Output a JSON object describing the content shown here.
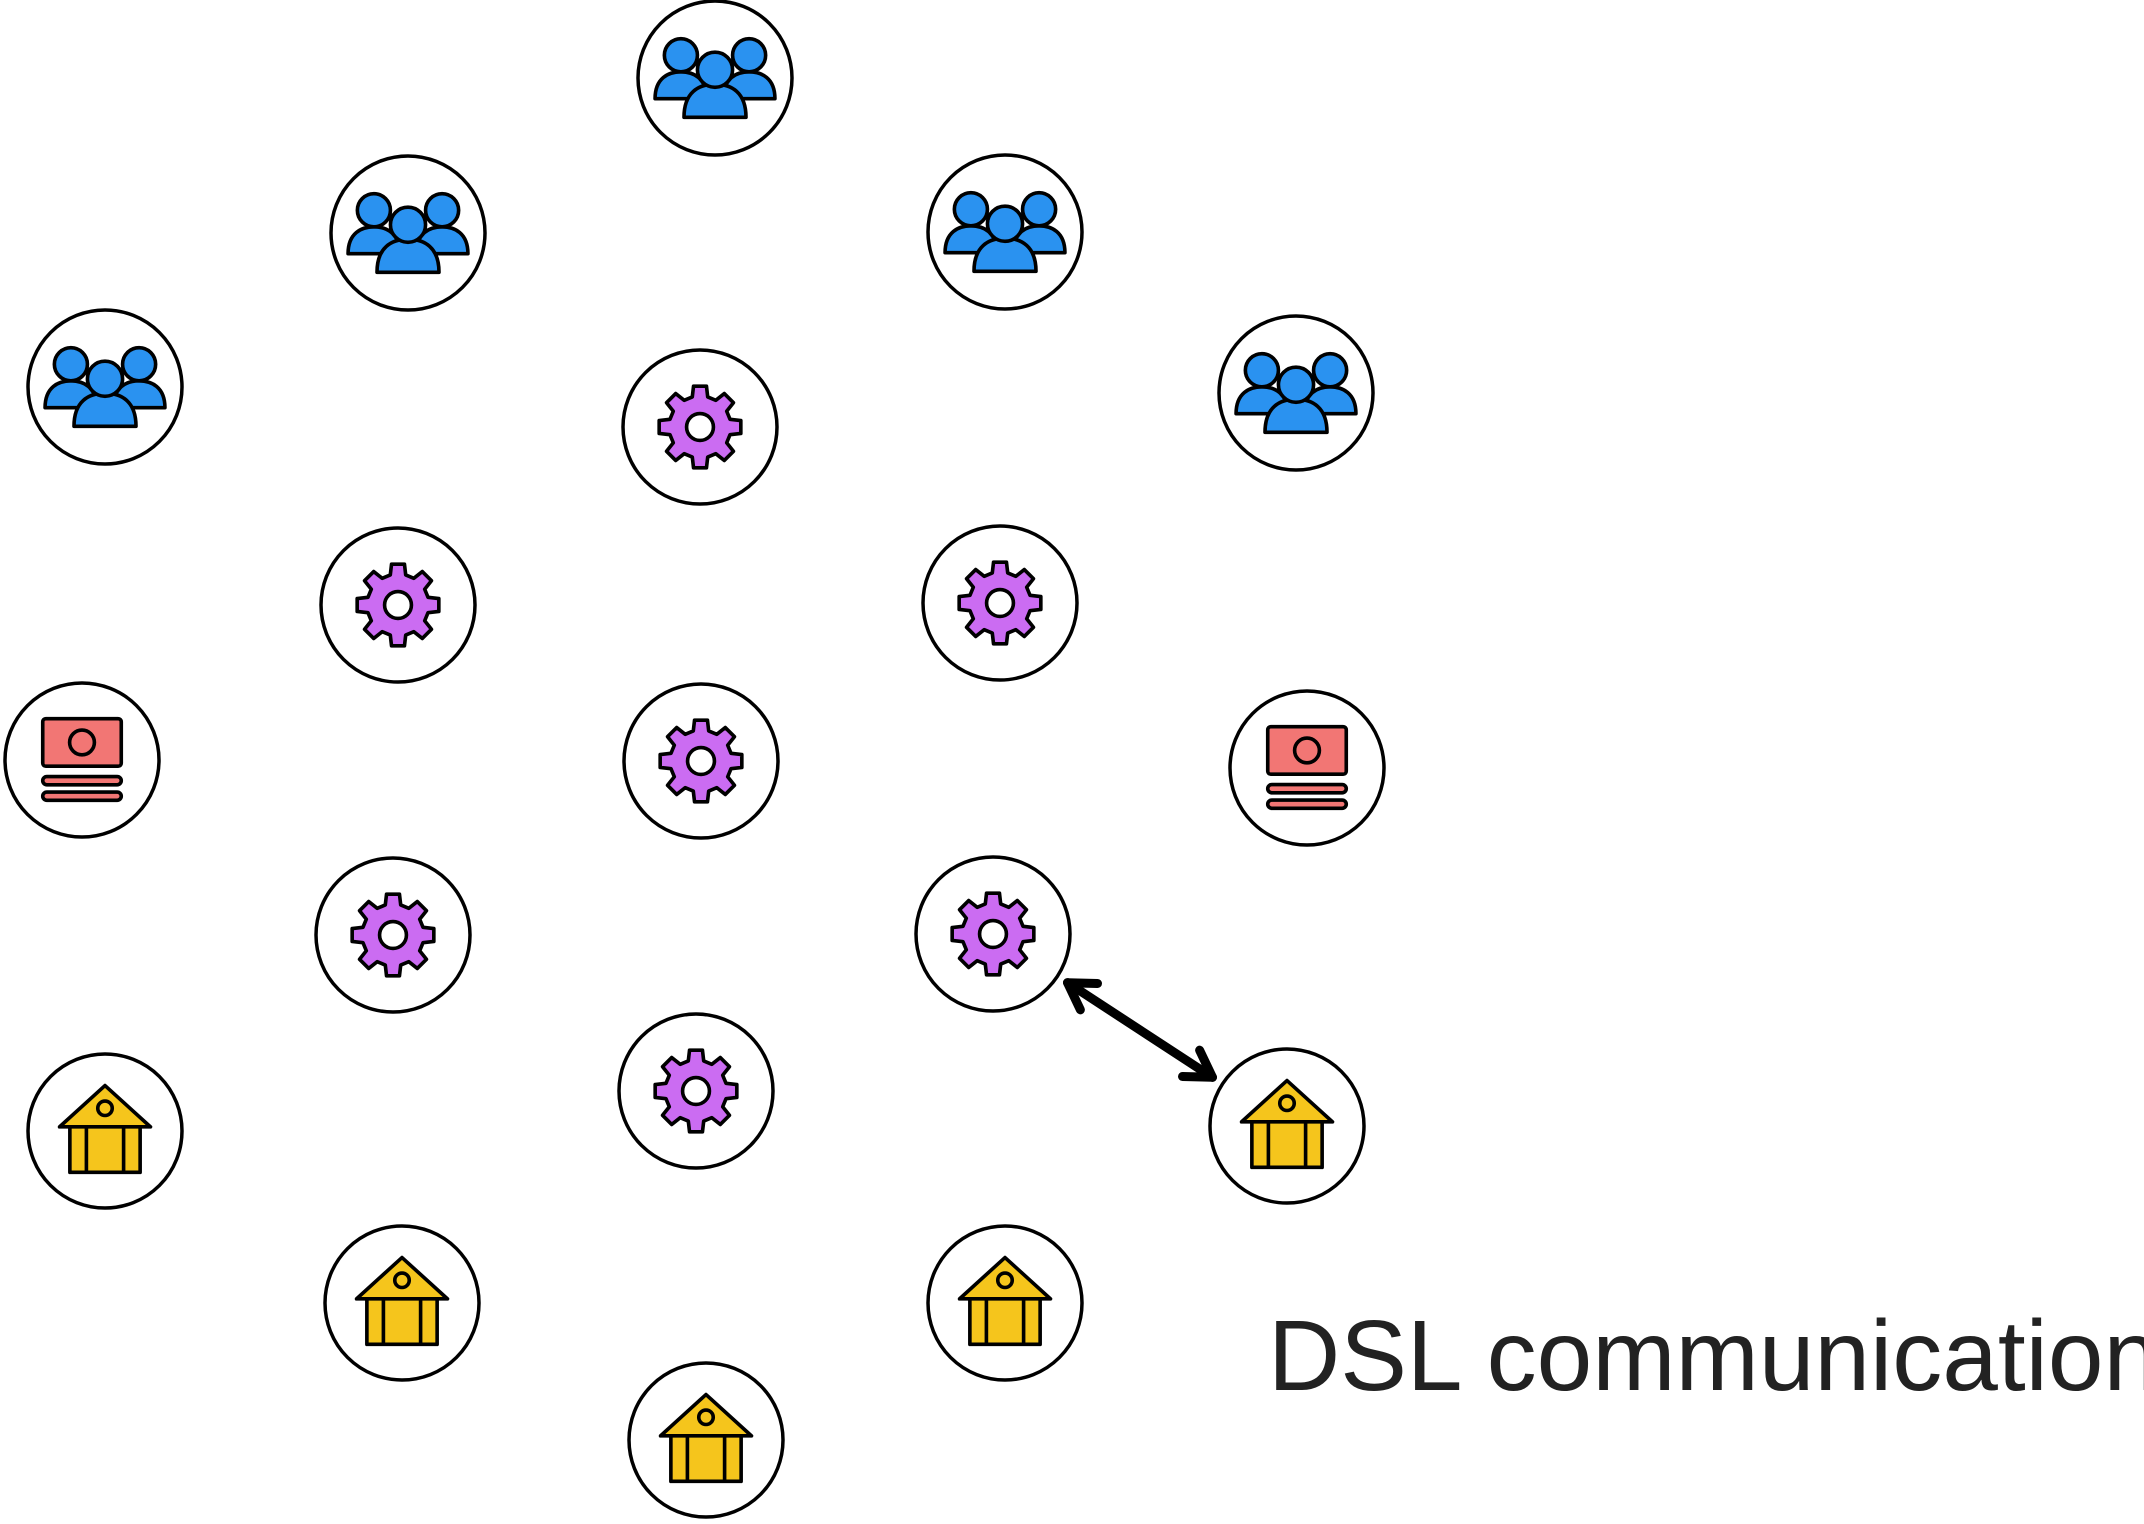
{
  "caption": "DSL communication",
  "colors": {
    "background": "#ffffff",
    "outline": "#000000",
    "users": "#2a92f0",
    "gear": "#cb6cf2",
    "device": "#f27674",
    "house": "#f5c51c",
    "text": "#222222"
  },
  "icon_types": [
    "users-icon",
    "gear-icon",
    "device-icon",
    "house-icon"
  ],
  "nodes": [
    {
      "id": "users-1",
      "icon": "users-icon"
    },
    {
      "id": "users-2",
      "icon": "users-icon"
    },
    {
      "id": "users-3",
      "icon": "users-icon"
    },
    {
      "id": "users-4",
      "icon": "users-icon"
    },
    {
      "id": "users-5",
      "icon": "users-icon"
    },
    {
      "id": "gear-1",
      "icon": "gear-icon"
    },
    {
      "id": "gear-2",
      "icon": "gear-icon"
    },
    {
      "id": "gear-3",
      "icon": "gear-icon"
    },
    {
      "id": "gear-4",
      "icon": "gear-icon"
    },
    {
      "id": "gear-5",
      "icon": "gear-icon"
    },
    {
      "id": "gear-6",
      "icon": "gear-icon"
    },
    {
      "id": "gear-7",
      "icon": "gear-icon"
    },
    {
      "id": "device-1",
      "icon": "device-icon"
    },
    {
      "id": "device-2",
      "icon": "device-icon"
    },
    {
      "id": "house-1",
      "icon": "house-icon"
    },
    {
      "id": "house-2",
      "icon": "house-icon"
    },
    {
      "id": "house-3",
      "icon": "house-icon"
    },
    {
      "id": "house-4",
      "icon": "house-icon"
    },
    {
      "id": "house-5",
      "icon": "house-icon"
    }
  ],
  "connections": [
    {
      "from": "gear-6",
      "to": "house-5",
      "type": "bidirectional"
    }
  ]
}
